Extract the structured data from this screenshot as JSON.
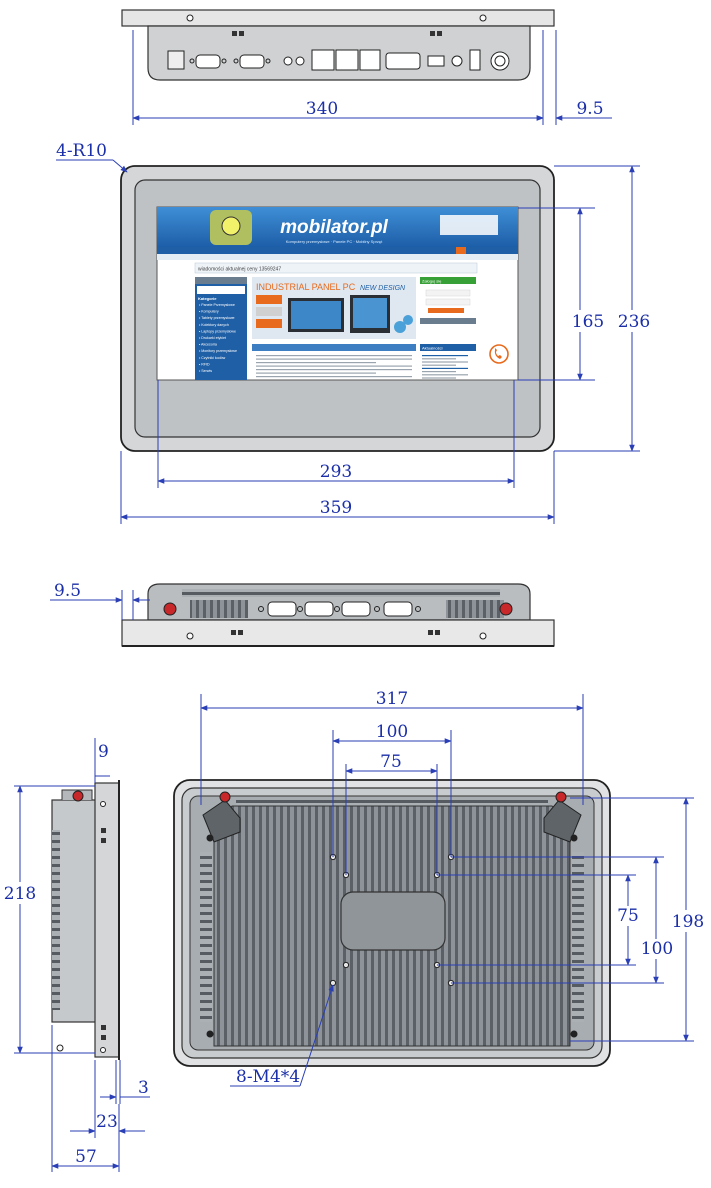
{
  "dimensions": {
    "top_view": {
      "width": "340",
      "depth": "9.5"
    },
    "front_view": {
      "corner_radius": "4-R10",
      "display_height": "165",
      "outer_height": "236",
      "display_width": "293",
      "outer_width": "359"
    },
    "bottom_view": {
      "depth": "9.5"
    },
    "side_view": {
      "depth_top": "9",
      "height": "218",
      "frame": "3",
      "body": "23",
      "total": "57"
    },
    "rear_view": {
      "mount_width": "317",
      "vesa_100_h": "100",
      "vesa_75_h": "75",
      "vesa_75_v": "75",
      "vesa_100_v": "100",
      "mount_height": "198",
      "screws": "8-M4*4"
    }
  },
  "screen_content": {
    "logo": "mobilator.pl",
    "tagline": "Komputery przemysłowe · Panele PC · Mobilny Sprzęt",
    "search_text": "wiadomości aktualnej ceny 13569247",
    "banner_title": "INDUSTRIAL PANEL PC",
    "banner_subtitle": "NEW DESIGN",
    "sidebar_heading": "Kategorie",
    "sidebar_items": [
      "Panele Przemysłowe",
      "Komputery",
      "Tablety przemysłowe",
      "Kolektory danych",
      "Laptopy przemysłowe",
      "Drukarki etykiet",
      "Akcesoria",
      "Monitory przemysłowe",
      "Czytniki kodów",
      "RFID",
      "Serwis"
    ],
    "login_heading": "Zaloguj się",
    "news_heading": "Aktualności"
  },
  "colors": {
    "dimension": "#1b2fa8",
    "accent_orange": "#e86a1c",
    "site_blue": "#1f5fa6"
  }
}
